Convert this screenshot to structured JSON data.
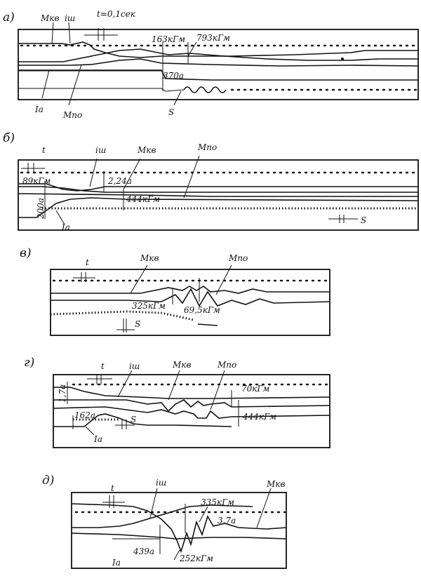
{
  "figure": {
    "panels": [
      {
        "letter": "а)",
        "labels": {
          "mkv": "Mкв",
          "ish": "iш",
          "t": "t=0,1сек",
          "v1": "163кГм",
          "v2": "793кГм",
          "cur": "370а",
          "ia": "Iа",
          "mpo": "Mпо",
          "s": "S"
        }
      },
      {
        "letter": "б)",
        "labels": {
          "t": "t",
          "ish": "iш",
          "mkv": "Mкв",
          "mpo": "Mпо",
          "v89": "89кГм",
          "v224": "2,24а",
          "v444": "444кГм",
          "v200": "200а",
          "ia": "Iа",
          "s": "S"
        }
      },
      {
        "letter": "в)",
        "labels": {
          "t": "t",
          "mkv": "Mкв",
          "mpo": "Mпо",
          "v325": "325кГм",
          "v695": "69,5кГм",
          "s": "S"
        }
      },
      {
        "letter": "г)",
        "labels": {
          "t": "t",
          "ish": "iш",
          "mkv": "Mкв",
          "mpo": "Mпо",
          "v70": "70кГм",
          "v444": "444кГм",
          "v17": "1,7а",
          "v162": "162а",
          "s": "S",
          "ia": "Iа"
        }
      },
      {
        "letter": "д)",
        "labels": {
          "t": "t",
          "ish": "iш",
          "mkv": "Mкв",
          "v335": "335кГм",
          "v37": "3,7а",
          "ia": "Iа",
          "v439": "439а",
          "v252": "252кГм"
        }
      }
    ]
  }
}
